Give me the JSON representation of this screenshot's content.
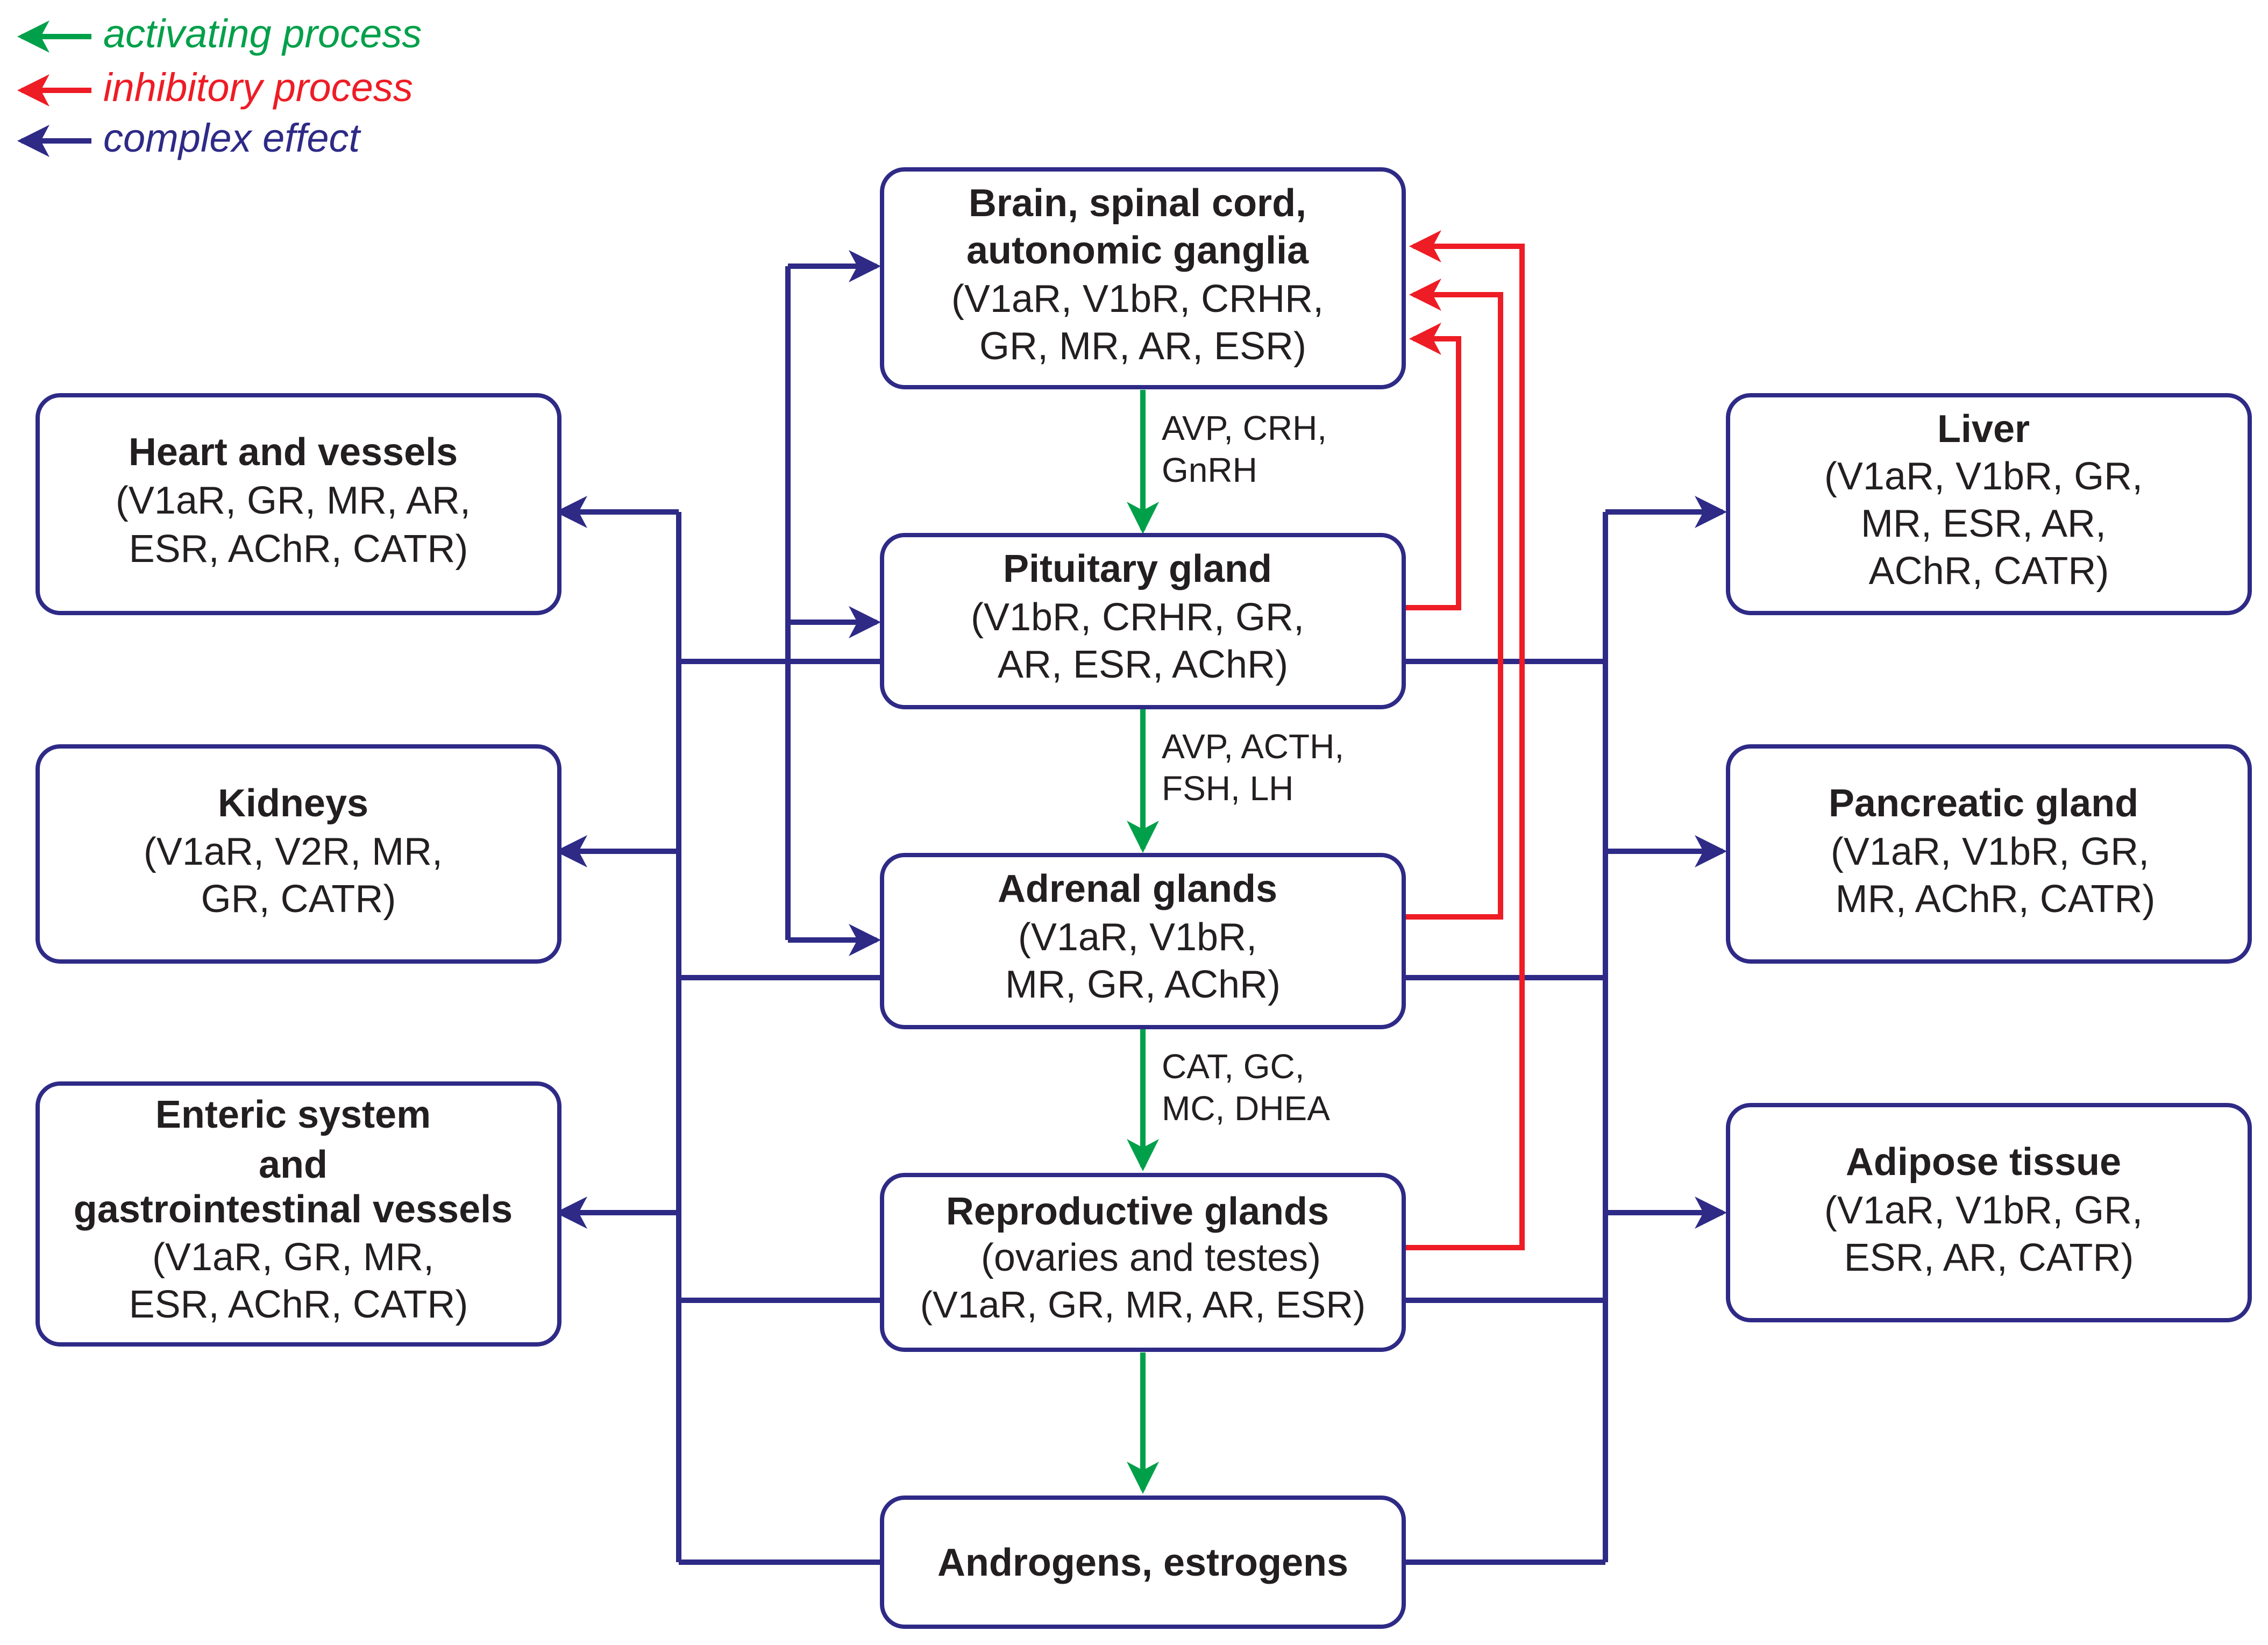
{
  "legend": {
    "activating": {
      "label": "activating process",
      "color": "#00a04a"
    },
    "inhibitory": {
      "label": "inhibitory process",
      "color": "#ee1c25"
    },
    "complex": {
      "label": "complex effect",
      "color": "#2e2a86"
    }
  },
  "nodes": {
    "brain": {
      "bold": [
        "Brain, spinal cord,",
        "autonomic ganglia"
      ],
      "regular": [
        "(V1aR, V1bR, CRHR,",
        "GR, MR, AR, ESR)"
      ]
    },
    "pituitary": {
      "bold": [
        "Pituitary gland"
      ],
      "regular": [
        "(V1bR, CRHR, GR,",
        "AR, ESR, AChR)"
      ]
    },
    "adrenal": {
      "bold": [
        "Adrenal glands"
      ],
      "regular": [
        "(V1aR, V1bR,",
        "MR, GR, AChR)"
      ]
    },
    "reproductive": {
      "bold": [
        "Reproductive glands"
      ],
      "regular": [
        "(ovaries and testes)",
        "(V1aR, GR, MR, AR, ESR)"
      ]
    },
    "androgens": {
      "bold": [
        "Androgens, estrogens"
      ],
      "regular": []
    },
    "heart": {
      "bold": [
        "Heart and vessels"
      ],
      "regular": [
        "(V1aR, GR, MR, AR,",
        "ESR, AChR, CATR)"
      ]
    },
    "kidneys": {
      "bold": [
        "Kidneys"
      ],
      "regular": [
        "(V1aR, V2R, MR,",
        "GR, CATR)"
      ]
    },
    "enteric": {
      "bold": [
        "Enteric system",
        "and",
        "gastrointestinal vessels"
      ],
      "regular": [
        "(V1aR, GR, MR,",
        "ESR, AChR, CATR)"
      ]
    },
    "liver": {
      "bold": [
        "Liver"
      ],
      "regular": [
        "(V1aR, V1bR, GR,",
        "MR, ESR, AR,",
        "AChR, CATR)"
      ]
    },
    "pancreas": {
      "bold": [
        "Pancreatic gland"
      ],
      "regular": [
        "(V1aR, V1bR, GR,",
        "MR, AChR, CATR)"
      ]
    },
    "adipose": {
      "bold": [
        "Adipose tissue"
      ],
      "regular": [
        "(V1aR, V1bR, GR,",
        "ESR, AR, CATR)"
      ]
    }
  },
  "edge_labels": {
    "brain_to_pituitary": [
      "AVP, CRH,",
      "GnRH"
    ],
    "pituitary_to_adrenal": [
      "AVP, ACTH,",
      "FSH, LH"
    ],
    "adrenal_to_reproductive": [
      "CAT, GC,",
      "MC, DHEA"
    ]
  }
}
